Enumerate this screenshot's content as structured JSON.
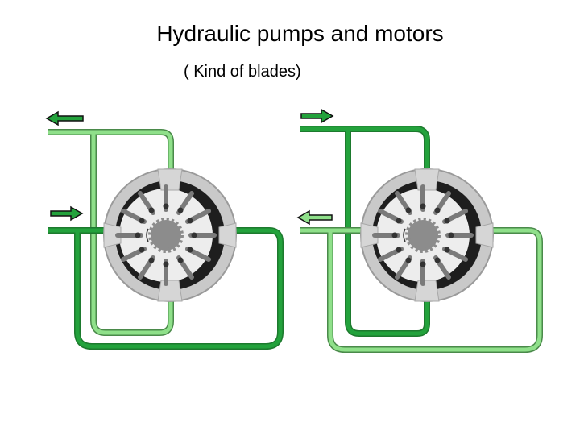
{
  "title": "Hydraulic pumps and motors",
  "subtitle": "( Kind of blades)",
  "colors": {
    "light_line": "#8fe08a",
    "dark_line": "#23a23c",
    "line_outline": "#4a8a4a",
    "housing": "#c9c9c9",
    "rotor": "#e9e9e9",
    "chamber": "#1e1e1e",
    "vane": "#7a7a7a",
    "shaft": "#8c8c8c"
  },
  "units": [
    {
      "name": "left-unit",
      "top_arrow": {
        "direction": "left",
        "fill": "#23a23c"
      },
      "mid_arrow": {
        "direction": "right",
        "fill": "#23a23c"
      },
      "top_line_shade": "light",
      "mid_line_shade": "dark"
    },
    {
      "name": "right-unit",
      "top_arrow": {
        "direction": "right",
        "fill": "#23a23c"
      },
      "mid_arrow": {
        "direction": "left",
        "fill": "#8fe08a"
      },
      "top_line_shade": "dark",
      "mid_line_shade": "light"
    }
  ]
}
